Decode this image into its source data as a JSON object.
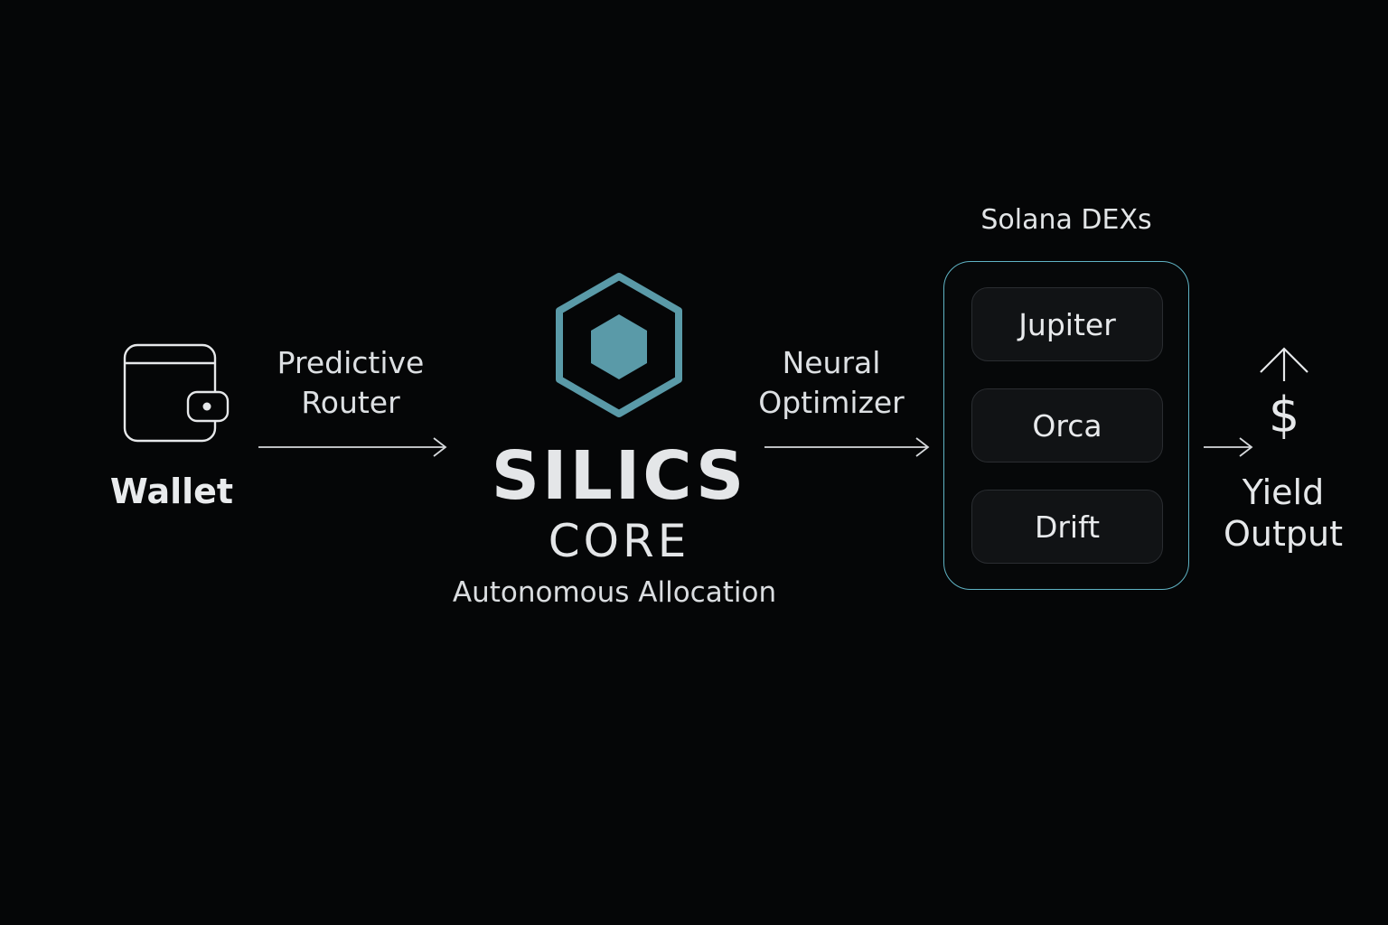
{
  "wallet": {
    "label": "Wallet",
    "icon": "wallet-icon"
  },
  "edges": {
    "router": {
      "line1": "Predictive",
      "line2": "Router"
    },
    "optimizer": {
      "line1": "Neural",
      "line2": "Optimizer"
    }
  },
  "core": {
    "icon": "hexagon-icon",
    "title": "SILICS",
    "subtitle": "CORE",
    "caption": "Autonomous Allocation"
  },
  "dexes": {
    "heading": "Solana DEXs",
    "items": [
      {
        "label": "Jupiter"
      },
      {
        "label": "Orca"
      },
      {
        "label": "Drift"
      }
    ]
  },
  "yield": {
    "icon": "dollar-up-icon",
    "line1": "Yield",
    "line2": "Output",
    "symbol": "$"
  },
  "colors": {
    "background": "#050607",
    "accent": "#5a9aa8",
    "panel_border": "#5fb3c4",
    "text": "#e6e8ea"
  }
}
